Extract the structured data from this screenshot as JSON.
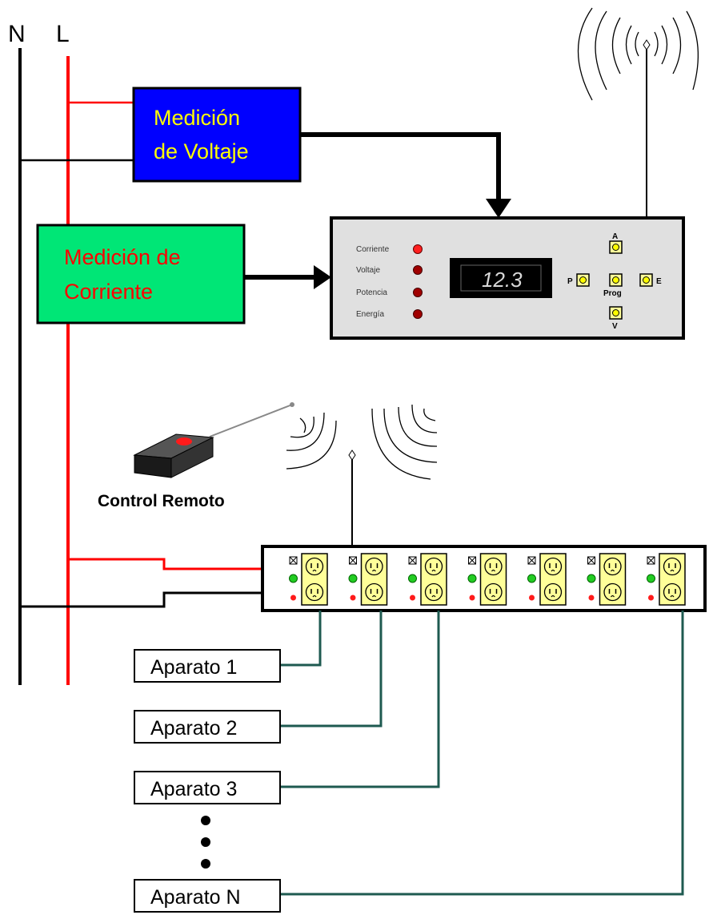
{
  "lines": {
    "neutral_label": "N",
    "live_label": "L"
  },
  "voltage_box": {
    "line1": "Medición",
    "line2": "de Voltaje"
  },
  "current_box": {
    "line1": "Medición de",
    "line2": "Corriente"
  },
  "meter": {
    "indicators": [
      "Corriente",
      "Voltaje",
      "Potencia",
      "Energía"
    ],
    "display": "12.3",
    "buttons": {
      "up": "A",
      "down": "V",
      "left": "P",
      "right": "E",
      "center": "Prog"
    }
  },
  "remote": {
    "label": "Control Remoto"
  },
  "power_strip": {
    "outlet_count": 7
  },
  "appliances": [
    {
      "label": "Aparato 1"
    },
    {
      "label": "Aparato 2"
    },
    {
      "label": "Aparato 3"
    },
    {
      "label": "Aparato N"
    }
  ],
  "colors": {
    "neutral_wire": "#000000",
    "live_wire": "#ff0000",
    "voltage_box_fill": "#0000ff",
    "voltage_text": "#ffff00",
    "current_box_fill": "#00e676",
    "current_text": "#ff0000",
    "meter_fill": "#e0e0e0",
    "outlet_fill": "#ffff99",
    "appliance_wire": "#1e5a50"
  }
}
